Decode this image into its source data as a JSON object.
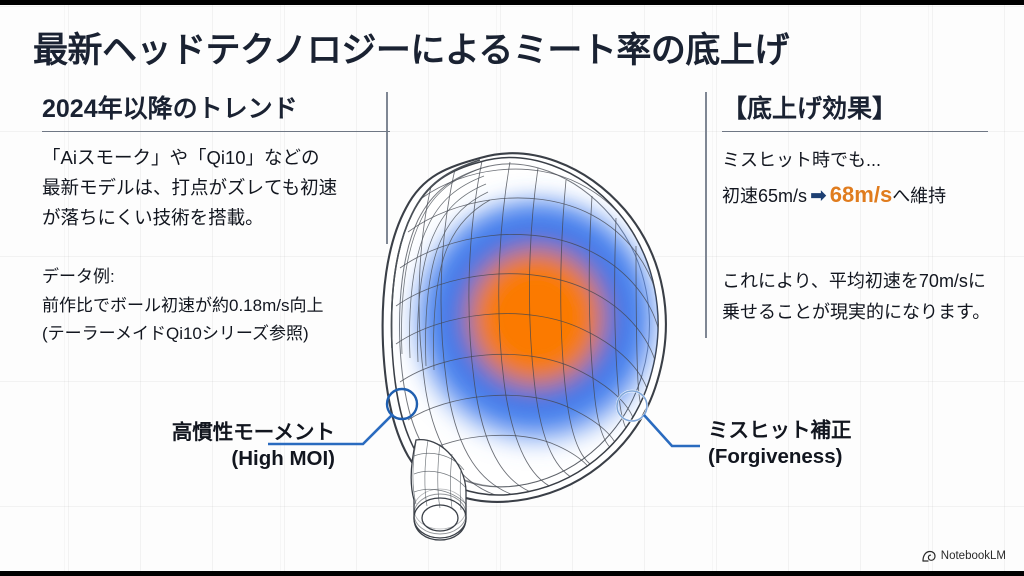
{
  "slide": {
    "title": "最新ヘッドテクノロジーによるミート率の底上げ"
  },
  "left_column": {
    "heading": "2024年以降のトレンド",
    "body_lines": [
      "「Aiスモーク」や「Qi10」などの",
      "最新モデルは、打点がズレても初速",
      "が落ちにくい技術を搭載。"
    ],
    "data_example": {
      "label": "データ例:",
      "lines": [
        "前作比でボール初速が約0.18m/s向上",
        "(テーラーメイドQi10シリーズ参照)"
      ]
    }
  },
  "right_column": {
    "heading": "【底上げ効果】",
    "line1": "ミスヒット時でも...",
    "line2_prefix": "初速65m/s",
    "arrow": "➡",
    "line2_highlight": "68m/s",
    "line2_suffix": "へ維持",
    "paragraph_lines": [
      "これにより、平均初速を70m/sに",
      "乗せることが現実的になります。"
    ]
  },
  "callouts": [
    {
      "jp": "高慣性モーメント",
      "en": "(High MOI)",
      "marker": "circle-marker-high-moi"
    },
    {
      "jp": "ミスヒット補正",
      "en": "(Forgiveness)",
      "marker": "circle-marker-forgiveness"
    }
  ],
  "illustration": {
    "name": "golf-driver-head-wireframe",
    "heatmap_center_color": "#FB7A06",
    "heatmap_mid_color": "#2F6FEA",
    "heatmap_outer_color": "#2F6FEA",
    "wireframe_color": "#3a3f47"
  },
  "watermark": {
    "label": "NotebookLM",
    "icon": "notebooklm-logo-icon"
  },
  "colors": {
    "title": "#1a2232",
    "text": "#12161f",
    "divider": "#7f8794",
    "accent_orange": "#e07c1e",
    "accent_blue": "#1d3f72",
    "leader_line": "#2a6bbf"
  }
}
